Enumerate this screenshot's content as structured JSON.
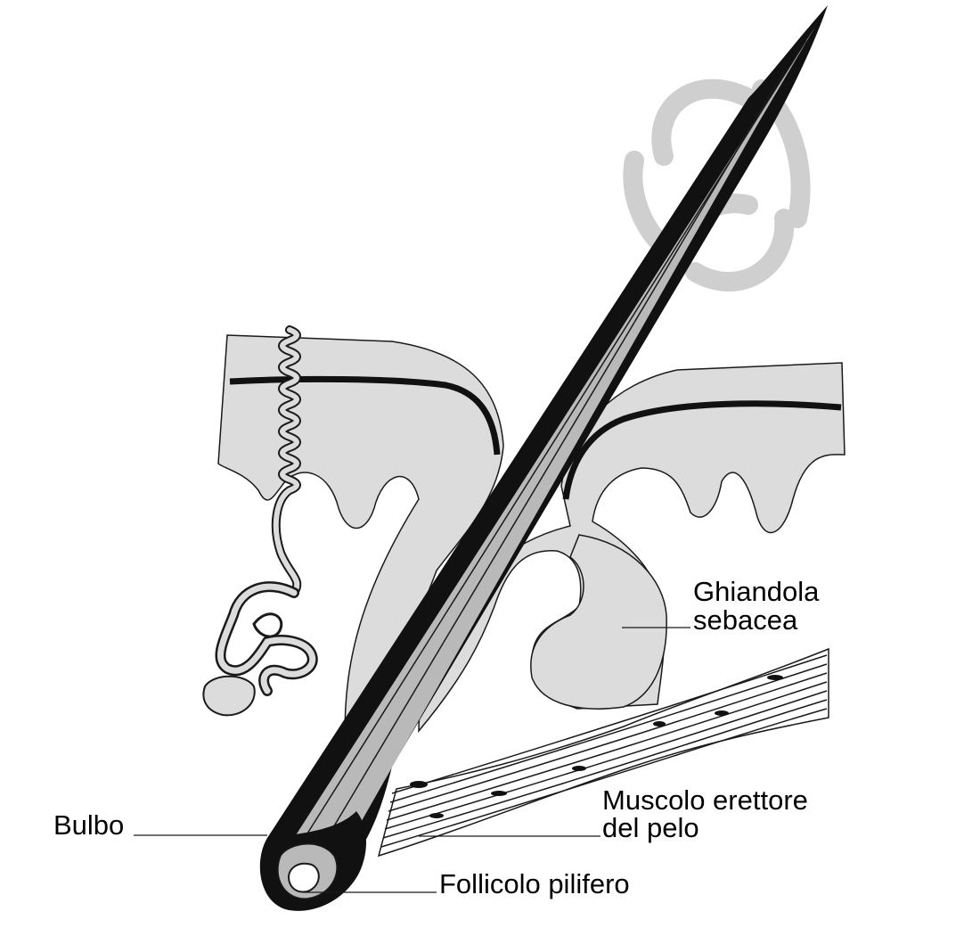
{
  "labels": {
    "ghiandola_line1": "Ghiandola",
    "ghiandola_line2": "sebacea",
    "muscolo_line1": "Muscolo erettore",
    "muscolo_line2": "del pelo",
    "bulbo": "Bulbo",
    "follicolo": "Follicolo pilifero"
  },
  "colors": {
    "skin_fill": "#dcdcdc",
    "outline": "#1a1a1a",
    "hair_shaft": "#b9b9b9",
    "watermark": "#cfcfcf",
    "background": "#ffffff"
  }
}
